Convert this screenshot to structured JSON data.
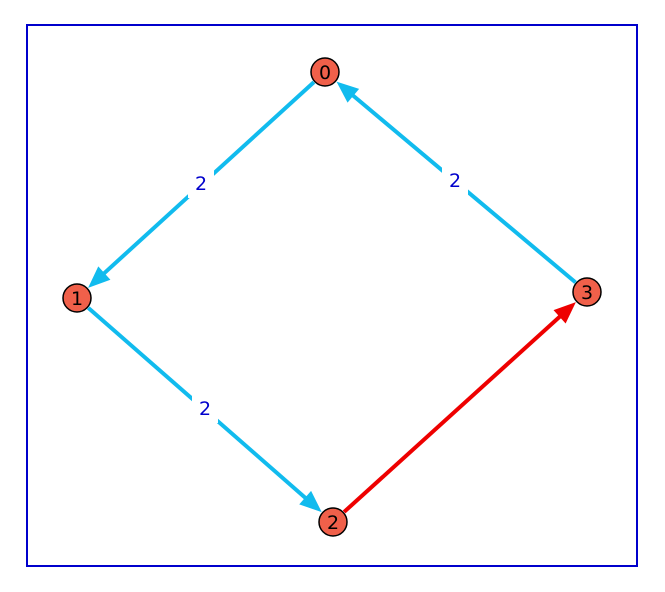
{
  "graph": {
    "colors": {
      "frame": "#0000cc",
      "node_fill": "#f0604a",
      "node_stroke": "#000000",
      "edge_default": "#11bbee",
      "edge_highlight": "#ee0000",
      "edge_label": "#0000cc",
      "label_bg": "#ffffff"
    },
    "nodes": [
      {
        "id": "0",
        "label": "0"
      },
      {
        "id": "1",
        "label": "1"
      },
      {
        "id": "2",
        "label": "2"
      },
      {
        "id": "3",
        "label": "3"
      }
    ],
    "edges": [
      {
        "from": "0",
        "to": "1",
        "label": "2",
        "highlighted": false
      },
      {
        "from": "1",
        "to": "2",
        "label": "2",
        "highlighted": false
      },
      {
        "from": "2",
        "to": "3",
        "label": "",
        "highlighted": true
      },
      {
        "from": "3",
        "to": "0",
        "label": "2",
        "highlighted": false
      }
    ]
  }
}
